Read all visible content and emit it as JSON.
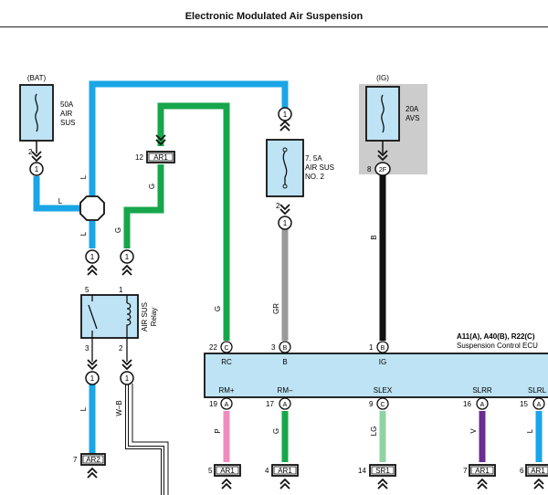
{
  "title": "Electronic Modulated Air Suspension",
  "colors": {
    "blue": "#1aa6e6",
    "green": "#17a64b",
    "gray": "#9a9a9a",
    "black": "#111111",
    "pink": "#f08cbd",
    "lightgreen": "#8fd3a3",
    "violet": "#6a2c91",
    "component_fill": "#bde3f4",
    "ig_shade": "#cccccc"
  },
  "fuses": {
    "bat": {
      "source": "(BAT)",
      "rating": "50A",
      "name_1": "AIR",
      "name_2": "SUS",
      "pin": "2",
      "connector": "1"
    },
    "airsus2": {
      "pin_top": "1",
      "rating": "7. 5A",
      "name_1": "AIR SUS",
      "name_2": "NO. 2",
      "pin_bottom": "2"
    },
    "ig": {
      "source": "(IG)",
      "rating": "20A",
      "name": "AVS",
      "pin": "8",
      "connector": "2F"
    }
  },
  "connectors": {
    "ar1_top": {
      "pin": "12",
      "name": "AR1"
    },
    "ar2": {
      "pin": "7",
      "name": "AR2"
    }
  },
  "relay": {
    "name_1": "AIR SUS",
    "name_2": "Relay",
    "pin_5": "5",
    "pin_1": "1",
    "pin_3": "3",
    "pin_2": "2",
    "circle_label": "1"
  },
  "wire_labels": {
    "l_1": "L",
    "l_2": "L",
    "l_3": "L",
    "l_4": "L",
    "g_1": "G",
    "g_2": "G",
    "g_3": "G",
    "gr": "GR",
    "b": "B",
    "wb": "W–B",
    "p": "P",
    "g_rm": "G",
    "lg": "LG",
    "v": "V",
    "l_slrl": "L"
  },
  "ecu": {
    "connectors": "A11(A), A40(B), R22(C)",
    "name": "Suspension Control ECU",
    "top_pins": [
      {
        "num": "22",
        "letter": "C",
        "label": "RC"
      },
      {
        "num": "3",
        "letter": "B",
        "label": "B"
      },
      {
        "num": "1",
        "letter": "B",
        "label": "IG"
      }
    ],
    "bottom_pins": [
      {
        "num": "19",
        "letter": "A",
        "label": "RM+"
      },
      {
        "num": "17",
        "letter": "A",
        "label": "RM–"
      },
      {
        "num": "9",
        "letter": "C",
        "label": "SLEX"
      },
      {
        "num": "16",
        "letter": "A",
        "label": "SLRR"
      },
      {
        "num": "15",
        "letter": "A",
        "label": "SLRL"
      }
    ]
  },
  "bottom_connectors": [
    {
      "pin": "5",
      "name": "AR1"
    },
    {
      "pin": "4",
      "name": "AR1"
    },
    {
      "pin": "14",
      "name": "SR1"
    },
    {
      "pin": "7",
      "name": "AR1"
    },
    {
      "pin": "6",
      "name": "AR1"
    }
  ]
}
